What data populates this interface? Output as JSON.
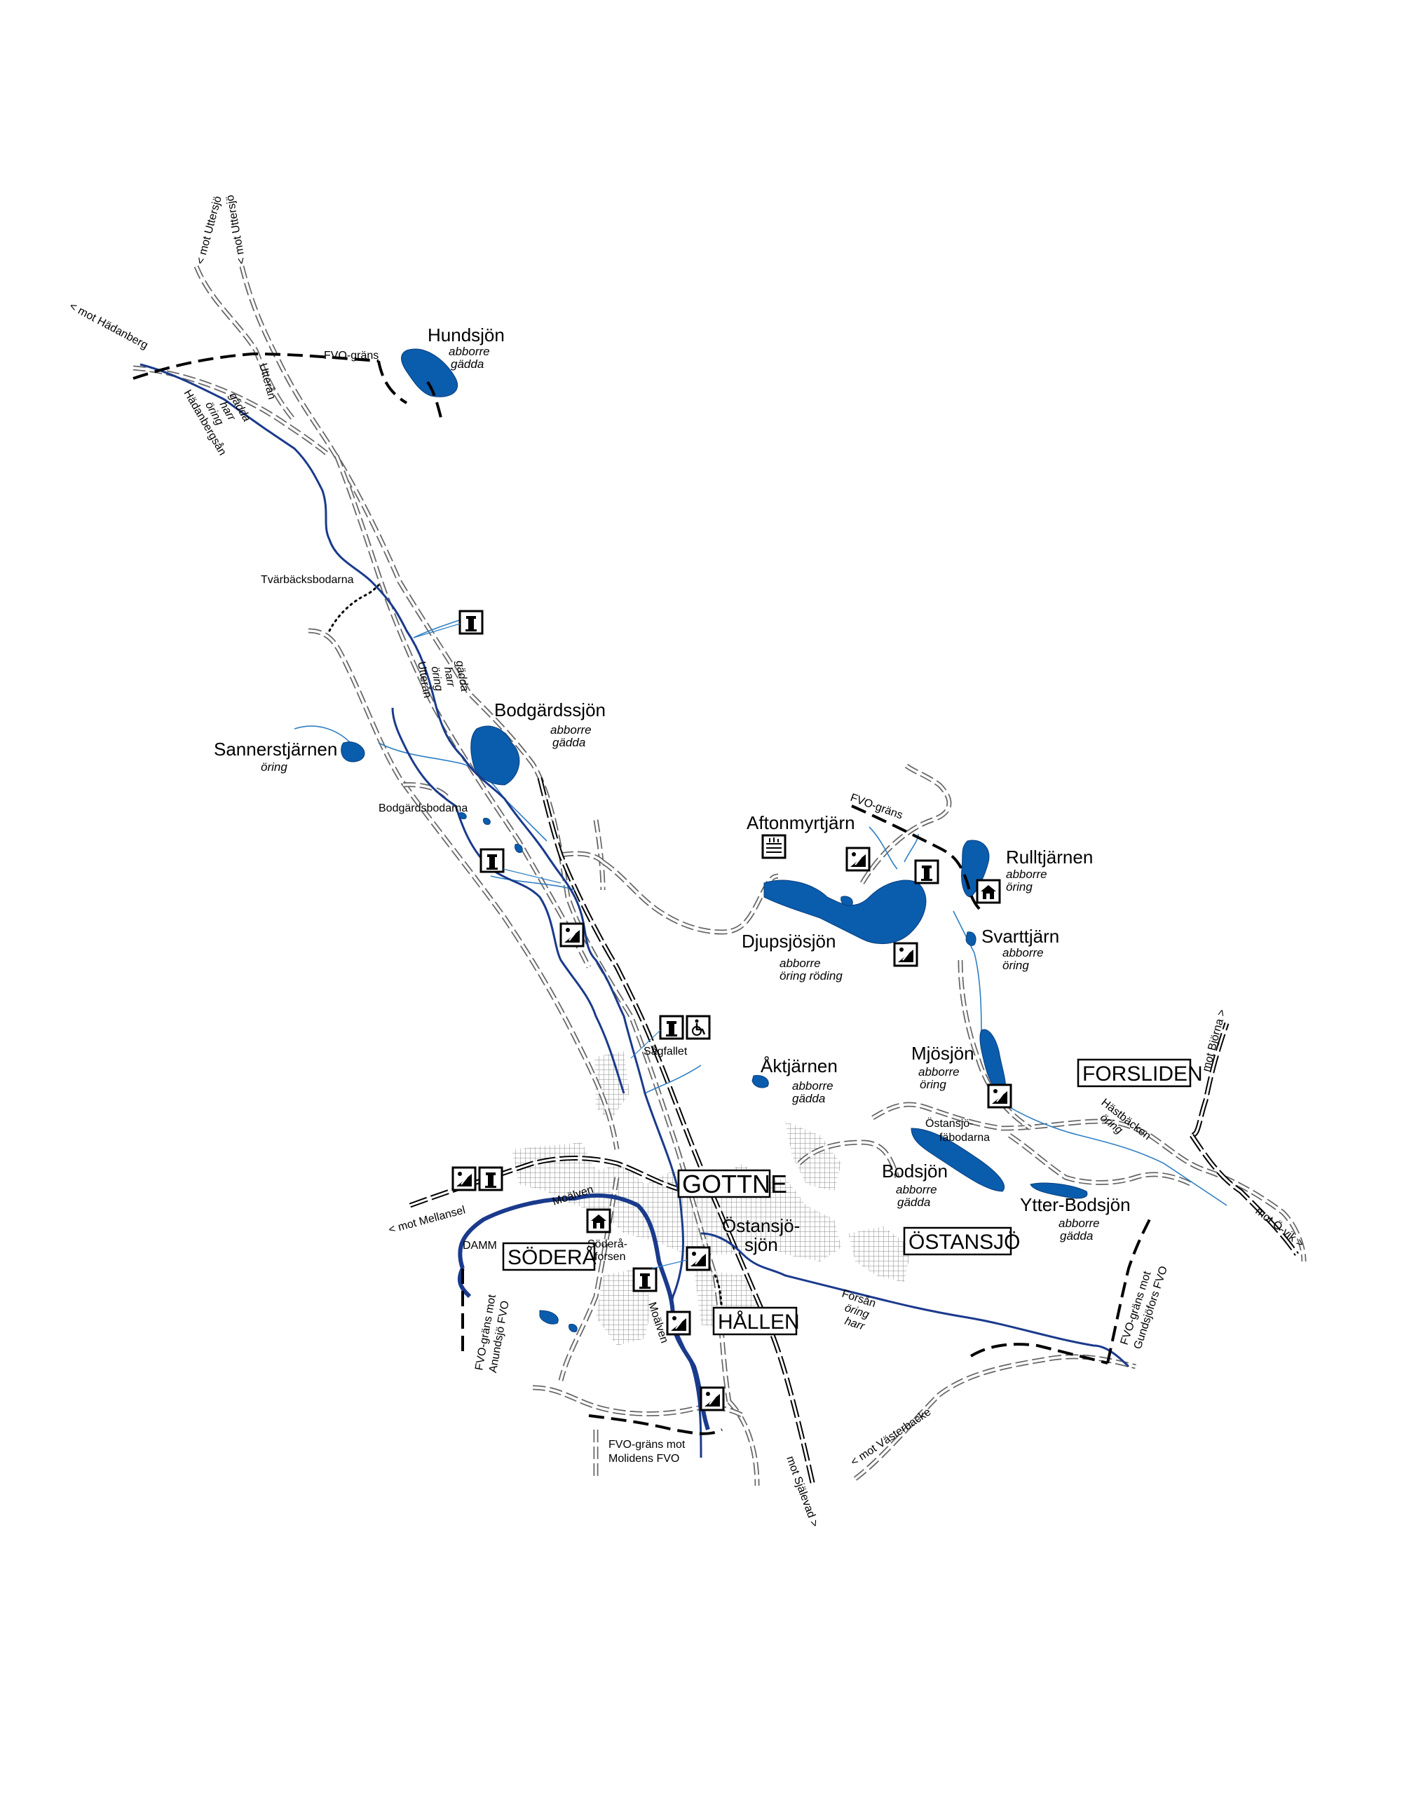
{
  "colors": {
    "lake": "#0a5cad",
    "river": "#1a3a8c",
    "stream": "#2f7fc4",
    "road": "#666666"
  },
  "lakes": {
    "hundsjon": {
      "name": "Hundsjön",
      "species1": "abborre",
      "species2": "gädda"
    },
    "bodgardssjon": {
      "name": "Bodgärdssjön",
      "species1": "abborre",
      "species2": "gädda"
    },
    "sannerstjarnen": {
      "name": "Sannerstjärnen",
      "species1": "öring"
    },
    "aftonmyrtjarn": {
      "name": "Aftonmyrtjärn"
    },
    "rulltjarnen": {
      "name": "Rulltjärnen",
      "species1": "abborre",
      "species2": "öring"
    },
    "djupsjosjon": {
      "name": "Djupsjösjön",
      "species1": "abborre",
      "species2": "öring röding"
    },
    "svarttjarn": {
      "name": "Svarttjärn",
      "species1": "abborre",
      "species2": "öring"
    },
    "aktjarnen": {
      "name": "Åktjärnen",
      "species1": "abborre",
      "species2": "gädda"
    },
    "mjosjon": {
      "name": "Mjösjön",
      "species1": "abborre",
      "species2": "öring"
    },
    "bodsjon": {
      "name": "Bodsjön",
      "species1": "abborre",
      "species2": "gädda"
    },
    "ytterbodsjon": {
      "name": "Ytter-Bodsjön",
      "species1": "abborre",
      "species2": "gädda"
    },
    "ostansjosjon": {
      "line1": "Östansjö-",
      "line2": "sjön"
    }
  },
  "rivers": {
    "utteran_top": "Utterån",
    "utteran_mid": {
      "name": "Utterån",
      "s1": "öring",
      "s2": "harr",
      "s3": "gädda"
    },
    "hadanbergsan": {
      "name": "Hädanbergsån",
      "s1": "öring",
      "s2": "harr",
      "s3": "gädda"
    },
    "moalven1": "Moälven",
    "moalven2": "Moälven",
    "forsan": {
      "name": "Forsån",
      "s1": "öring",
      "s2": "harr"
    },
    "hastbacken": {
      "name": "Hästbäcken",
      "s1": "öring"
    }
  },
  "places": {
    "tvarbacksbodarna": "Tvärbäcksbodarna",
    "bodgardsbodarna": "Bodgärdsbodarna",
    "sagfallet": "Sågfallet",
    "soderaforsen1": "Söderå-",
    "soderaforsen2": "forsen",
    "damm": "DAMM",
    "ostansjofabodarna1": "Östansjö-",
    "ostansjofabodarna2": "fäbodarna"
  },
  "towns": {
    "gottne": "GOTTNE",
    "sodera": "SÖDERÅ",
    "hallen": "HÅLLEN",
    "ostansjo": "ÖSTANSJÖ",
    "forsliden": "FORSLIDEN"
  },
  "roads": {
    "hadanberg": "< mot Hädanberg",
    "uttersjo1": "< mot Uttersjö",
    "uttersjo2": "< mot Uttersjö",
    "mellansel": "< mot Mellansel",
    "bjorna": "mot Björna >",
    "ovik": "mot Ö-vik >",
    "vasterbacke": "< mot Västerbacke",
    "sjalevad": "mot Själevad >"
  },
  "borders": {
    "fvo_top": "FVO-gräns",
    "fvo_right": "FVO-gräns",
    "anundsjo1": "FVO-gräns mot",
    "anundsjo2": "Anundsjö FVO",
    "moliden1": "FVO-gräns mot",
    "moliden2": "Molidens FVO",
    "gundsjofors1": "FVO-gräns mot",
    "gundsjofors2": "Gundsjöfors FVO"
  },
  "icons": {
    "tower": "tower-icon",
    "ramp": "boat-ramp-icon",
    "accessible": "wheelchair-icon",
    "cabin": "cabin-icon",
    "wetland": "wetland-icon"
  }
}
